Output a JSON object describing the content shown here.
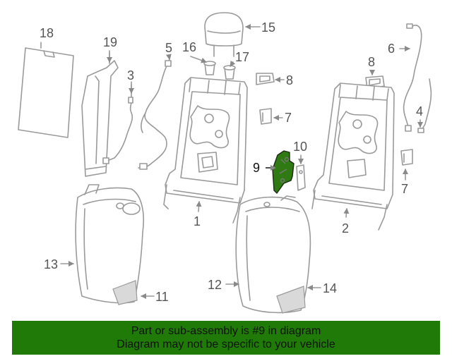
{
  "callouts": {
    "c1": "1",
    "c2": "2",
    "c3": "3",
    "c4": "4",
    "c5": "5",
    "c6": "6",
    "c7a": "7",
    "c7b": "7",
    "c8a": "8",
    "c8b": "8",
    "c9": "9",
    "c10": "10",
    "c11": "11",
    "c12": "12",
    "c13": "13",
    "c14": "14",
    "c15": "15",
    "c16": "16",
    "c17": "17",
    "c18": "18",
    "c19": "19"
  },
  "banner": {
    "line1": "Part or sub-assembly is #9 in diagram",
    "line2": "Diagram may not be specific to your vehicle",
    "color": "#1f7a08"
  },
  "highlight_color": "#2f7a12"
}
